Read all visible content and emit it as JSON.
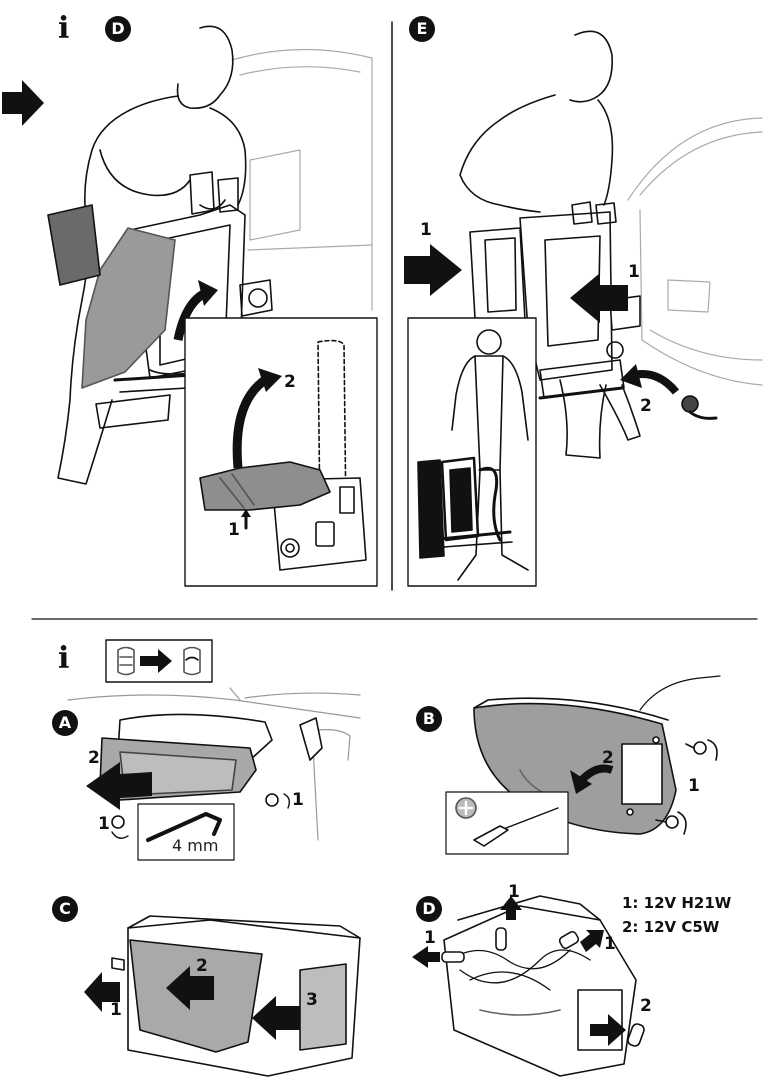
{
  "top": {
    "info_icon": "i",
    "step_d": "D",
    "step_e": "E",
    "d_labels": {
      "arrow_2": "2",
      "arrow_1": "1"
    },
    "e_labels": {
      "arrow_left": "1",
      "arrow_right": "1",
      "arrow_bottom": "2"
    }
  },
  "bottom": {
    "info_icon": "i",
    "steps": {
      "a": "A",
      "b": "B",
      "c": "C",
      "d": "D"
    },
    "a_labels": {
      "pull": "2",
      "screw_left": "1",
      "screw_right": "1",
      "tool_size": "4 mm"
    },
    "b_labels": {
      "pull": "2",
      "screws": "1"
    },
    "c_labels": {
      "pull": "1",
      "slide": "2",
      "push": "3"
    },
    "d_labels": {
      "up": "1",
      "left": "1",
      "right": "1",
      "bulb": "2"
    },
    "bulb_specs": [
      "1: 12V H21W",
      "2: 12V C5W"
    ]
  },
  "icons": [
    "info-icon",
    "arrow-right-icon",
    "bulb-swap-icon",
    "phillips-screwdriver-icon",
    "hex-key-icon"
  ]
}
